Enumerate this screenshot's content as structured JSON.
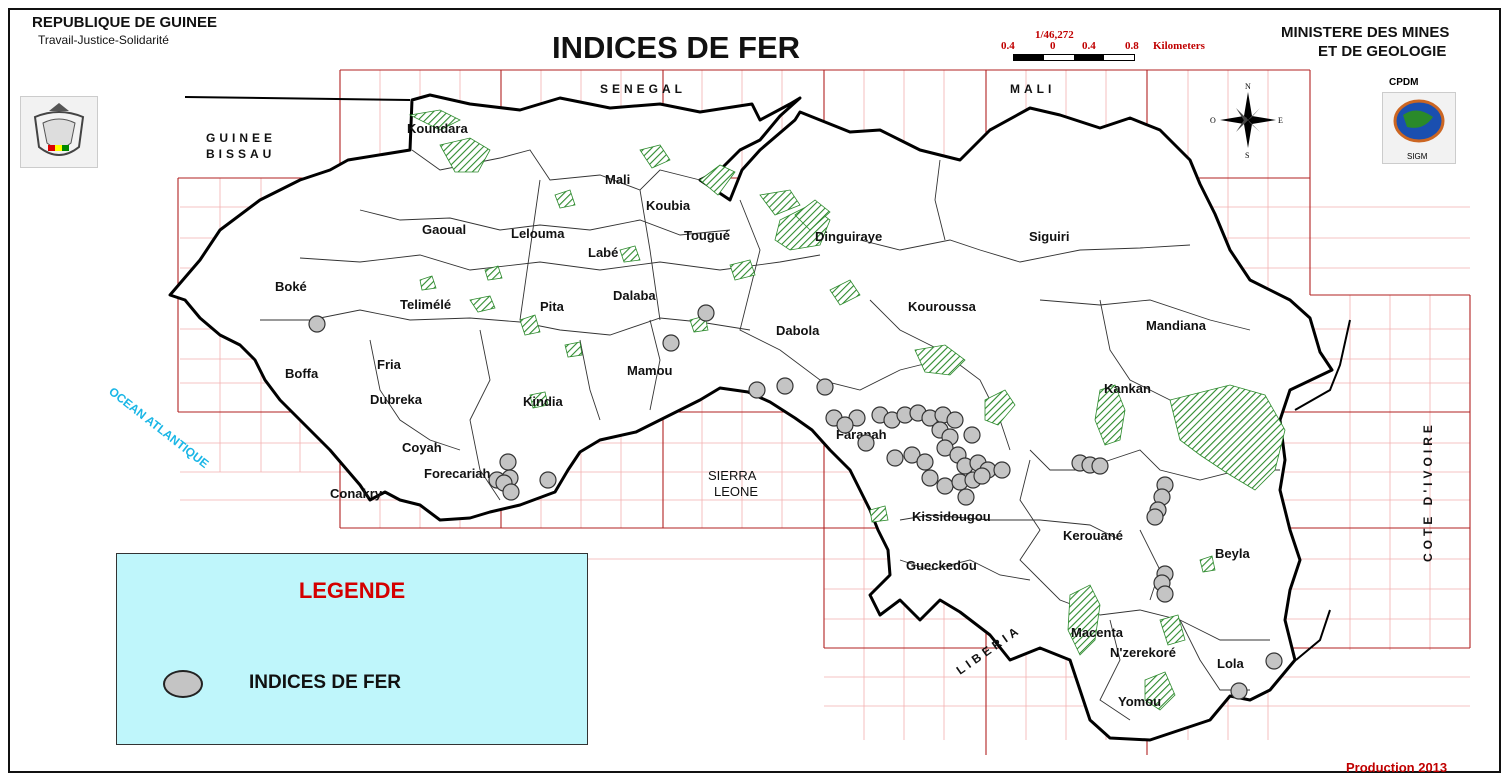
{
  "header": {
    "country": "REPUBLIQUE DE GUINEE",
    "motto": "Travail-Justice-Solidarité",
    "title": "INDICES DE FER",
    "ministry_line1": "MINISTERE DES MINES",
    "ministry_line2": "ET DE GEOLOGIE",
    "scale_ratio": "1/46,272",
    "scale_ticks": [
      "0.4",
      "0",
      "0.4",
      "0.8"
    ],
    "scale_unit": "Kilometers",
    "cpdm": "CPDM",
    "sigm": "SIGM",
    "production": "Production 2013"
  },
  "compass": {
    "n": "N",
    "s": "S",
    "e": "E",
    "w": "O"
  },
  "neighbours": {
    "senegal": "SENEGAL",
    "mali": "MALI",
    "guinee_bissau_1": "GUINEE",
    "guinee_bissau_2": "BISSAU",
    "sierra_leone_1": "SIERRA",
    "sierra_leone_2": "LEONE",
    "liberia": "LIBERIA",
    "cote_divoire": "COTE D'IVOIRE",
    "ocean": "OCEAN ATLANTIQUE"
  },
  "prefectures": [
    "Koundara",
    "Mali",
    "Koubia",
    "Gaoual",
    "Lelouma",
    "Labé",
    "Tougué",
    "Dinguiraye",
    "Siguiri",
    "Boké",
    "Telimélé",
    "Pita",
    "Dalaba",
    "Kouroussa",
    "Dabola",
    "Mandiana",
    "Fria",
    "Boffa",
    "Mamou",
    "Dubreka",
    "Kindia",
    "Kankan",
    "Faranah",
    "Coyah",
    "Forecariah",
    "Conakry",
    "Kissidougou",
    "Kerouané",
    "Beyla",
    "Gueckedou",
    "Macenta",
    "N'zerekoré",
    "Lola",
    "Yomou"
  ],
  "legend": {
    "title": "LEGENDE",
    "item": "INDICES DE FER"
  },
  "colors": {
    "indice_fill": "#c4c4c4",
    "deposit_hatch": "#2e8b2e",
    "grid": "#b22222",
    "legend_bg": "#bff6fb",
    "title_red": "#d40000",
    "ocean_text": "#1ab6e6"
  }
}
